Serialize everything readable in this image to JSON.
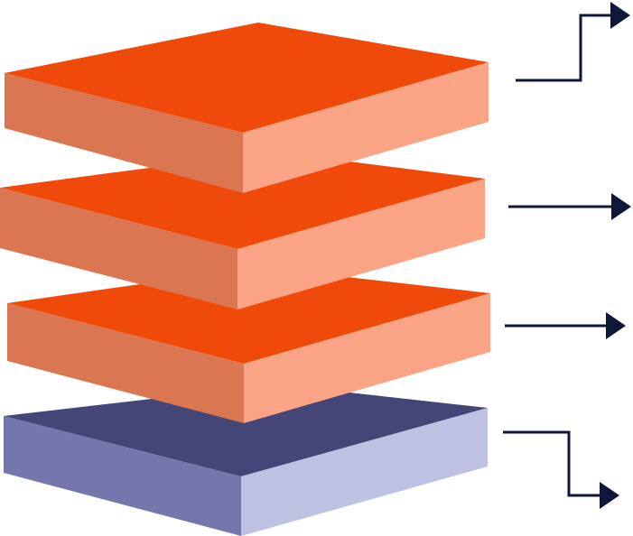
{
  "colors": {
    "orange_top": "#f04a0a",
    "orange_left": "#db7652",
    "orange_right": "#fba385",
    "navy_top": "#434676",
    "navy_left": "#7477ab",
    "navy_right": "#bec2e2",
    "arrow": "#0f1738",
    "background": "#ffffff"
  },
  "layers": [
    {
      "name": "layer-1",
      "color_scheme": "orange"
    },
    {
      "name": "layer-2",
      "color_scheme": "orange"
    },
    {
      "name": "layer-3",
      "color_scheme": "orange"
    },
    {
      "name": "base-layer",
      "color_scheme": "navy"
    }
  ],
  "arrows": [
    {
      "name": "arrow-up-step",
      "direction": "right",
      "shape": "step-up"
    },
    {
      "name": "arrow-straight-1",
      "direction": "right",
      "shape": "straight"
    },
    {
      "name": "arrow-straight-2",
      "direction": "right",
      "shape": "straight"
    },
    {
      "name": "arrow-down-step",
      "direction": "right",
      "shape": "step-down"
    }
  ]
}
